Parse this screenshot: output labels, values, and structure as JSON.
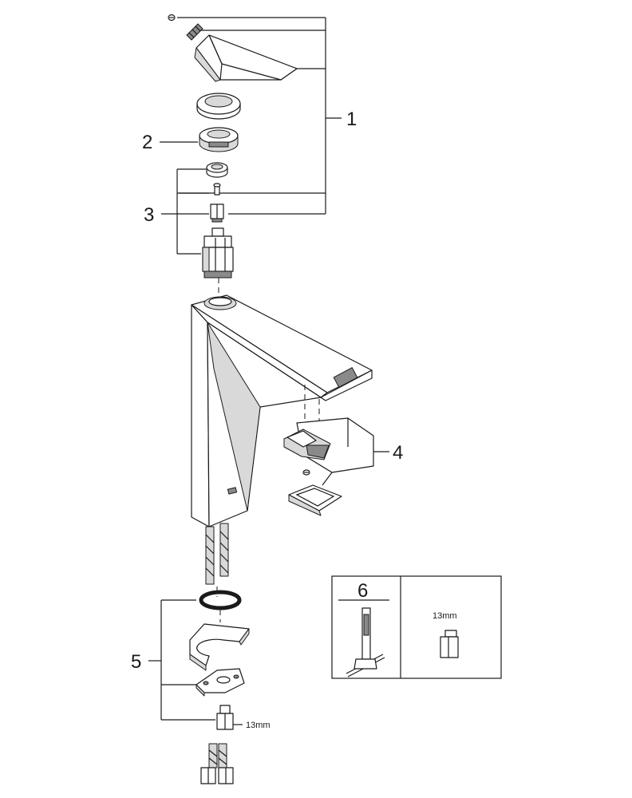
{
  "diagram": {
    "callouts": {
      "c1": "1",
      "c2": "2",
      "c3": "3",
      "c4": "4",
      "c5": "5",
      "c6": "6"
    },
    "size_labels": {
      "inset": "13mm",
      "bottom": "13mm"
    }
  }
}
